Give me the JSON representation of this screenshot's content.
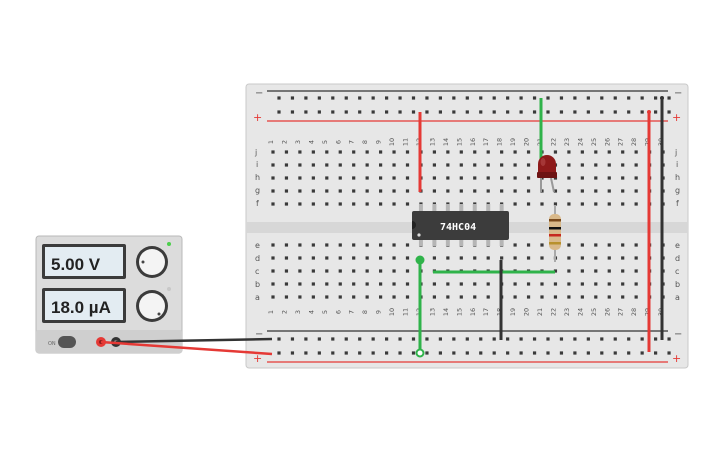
{
  "power_supply": {
    "voltage_display": "5.00 V",
    "current_display": "18.0 µA",
    "power_label": "ON",
    "colors": {
      "body": "#dcdcdc",
      "display_bg": "#e3ecf2",
      "knob": "#f4f4f4",
      "indicator_green": "#4ccf4c"
    }
  },
  "breadboard": {
    "top_row_letters": [
      "j",
      "i",
      "h",
      "g",
      "f"
    ],
    "bottom_row_letters": [
      "e",
      "d",
      "c",
      "b",
      "a"
    ],
    "rail_minus_label": "−",
    "rail_plus_label": "+",
    "column_numbers": [
      "1",
      "2",
      "3",
      "4",
      "5",
      "6",
      "7",
      "8",
      "9",
      "10",
      "11",
      "12",
      "13",
      "14",
      "15",
      "16",
      "17",
      "18",
      "19",
      "20",
      "21",
      "22",
      "23",
      "24",
      "25",
      "26",
      "27",
      "28",
      "29",
      "30"
    ],
    "colors": {
      "body": "#e7e7e7",
      "hole": "#3a3a3a",
      "rail_red": "#e53935",
      "rail_black": "#333333"
    }
  },
  "chip": {
    "label": "74HC04",
    "color": "#3c3c3c"
  },
  "components": {
    "led": {
      "icon": "red-led-icon",
      "color": "#8e1a1a"
    },
    "resistor": {
      "icon": "resistor-icon",
      "color": "#d9b98a"
    }
  },
  "wires": {
    "colors": {
      "red": "#e53935",
      "black": "#333333",
      "green": "#2fb34a"
    }
  }
}
